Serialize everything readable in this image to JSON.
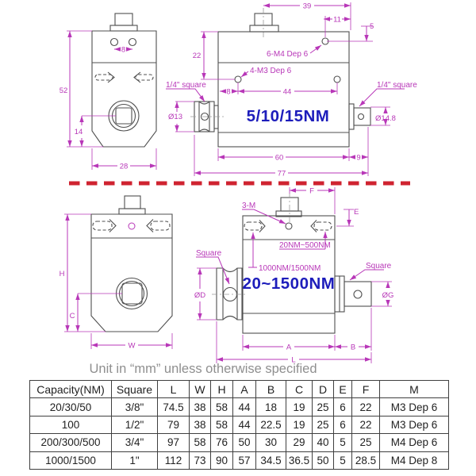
{
  "unit_note": "Unit in “mm” unless otherwise specified",
  "colors": {
    "dimension": "#b837b8",
    "outline": "#4f4f4f",
    "model_text": "#1d1dbb",
    "separator": "#cf2330"
  },
  "top_drawing": {
    "front": {
      "height": "52",
      "hole_spacing": "8",
      "center_to_bottom": "14",
      "width": "28"
    },
    "side": {
      "top_width": "39",
      "hole_to_edge": "11",
      "edge_offset": "5",
      "top_height": "22",
      "top_holes_label": "6-M4 Dep 6",
      "side_holes_label": "4-M3 Dep 6",
      "left_shaft_label": "1/4\" square",
      "right_shaft_label": "1/4\" square",
      "hole_left_offset": "8",
      "hole_spacing": "44",
      "left_shaft_dia": "Ø13",
      "right_shaft_dia": "Ø14.8",
      "model": "5/10/15NM",
      "body_length": "60",
      "shaft_length": "9",
      "total_length": "77"
    }
  },
  "bottom_drawing": {
    "front": {
      "height": "H",
      "center_to_bottom": "C",
      "width": "W"
    },
    "side": {
      "flange_width": "F",
      "edge_offset": "E",
      "top_hole_label": "3-M",
      "small_range_label": "20NM~500NM",
      "large_range_label": "1000NM/1500NM",
      "left_shaft_label": "Square",
      "right_shaft_label": "Square",
      "left_shaft_dia": "ØD",
      "right_shaft_dia": "ØG",
      "model": "20~1500NM",
      "body_length": "A",
      "shaft_length": "B",
      "total_length": "L"
    }
  },
  "table": {
    "columns": [
      "Capacity(NM)",
      "Square",
      "L",
      "W",
      "H",
      "A",
      "B",
      "C",
      "D",
      "E",
      "F",
      "M"
    ],
    "rows": [
      [
        "20/30/50",
        "3/8\"",
        "74.5",
        "38",
        "58",
        "44",
        "18",
        "19",
        "25",
        "6",
        "22",
        "M3 Dep 6"
      ],
      [
        "100",
        "1/2\"",
        "79",
        "38",
        "58",
        "44",
        "22.5",
        "19",
        "25",
        "6",
        "22",
        "M3 Dep 6"
      ],
      [
        "200/300/500",
        "3/4\"",
        "97",
        "58",
        "76",
        "50",
        "30",
        "29",
        "40",
        "5",
        "25",
        "M4 Dep 6"
      ],
      [
        "1000/1500",
        "1\"",
        "112",
        "73",
        "90",
        "57",
        "34.5",
        "36.5",
        "50",
        "5",
        "28.5",
        "M4 Dep 8"
      ]
    ]
  }
}
